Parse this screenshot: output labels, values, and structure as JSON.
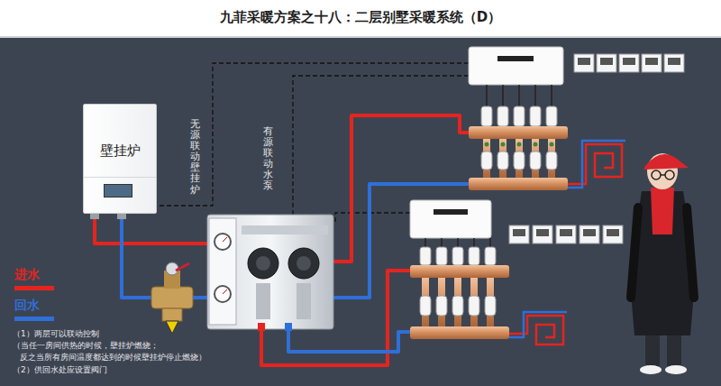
{
  "diagram": {
    "title": "九菲采暖方案之十八：二层别墅采暖系统（D）",
    "nodes": [
      {
        "text": [
          "壁挂炉"
        ]
      }
    ],
    "labels": [
      "无源联动壁挂炉",
      "有源联动水泵",
      "（1）两层可以联动控制",
      "（当任一房间供热的时候，壁挂炉燃烧；",
      "反之当所有房间温度都达到的时候壁挂炉停止燃烧）",
      "（2）供回水处应设置阀门"
    ],
    "legend": [
      {
        "text": "进水",
        "color": "#e5241f"
      },
      {
        "text": "回水",
        "color": "#2f6fd8"
      }
    ]
  }
}
